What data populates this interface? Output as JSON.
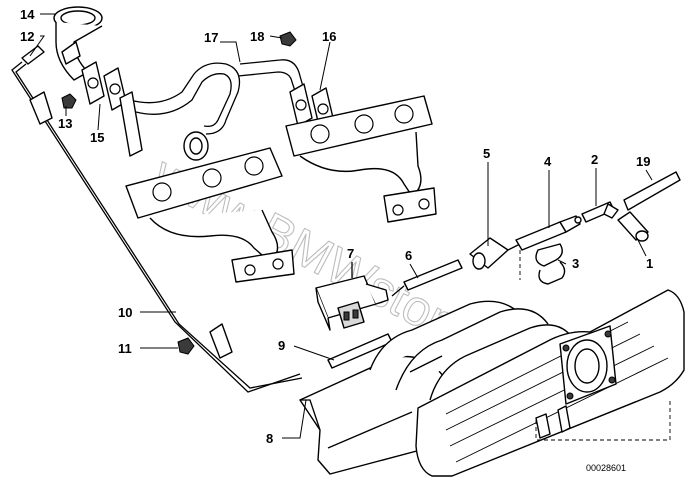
{
  "labels": {
    "l1": "1",
    "l2": "2",
    "l3": "3",
    "l4": "4",
    "l5": "5",
    "l6": "6",
    "l7": "7",
    "l8": "8",
    "l9": "9",
    "l10": "10",
    "l11": "11",
    "l12": "12",
    "l13": "13",
    "l14": "14",
    "l15": "15",
    "l16": "16",
    "l17": "17",
    "l18": "18",
    "l19": "19"
  },
  "doc_number": "00028601",
  "watermark": "www.BMWstore.pl",
  "colors": {
    "line": "#000000",
    "background": "#ffffff",
    "watermark": "#bdbdbd"
  }
}
